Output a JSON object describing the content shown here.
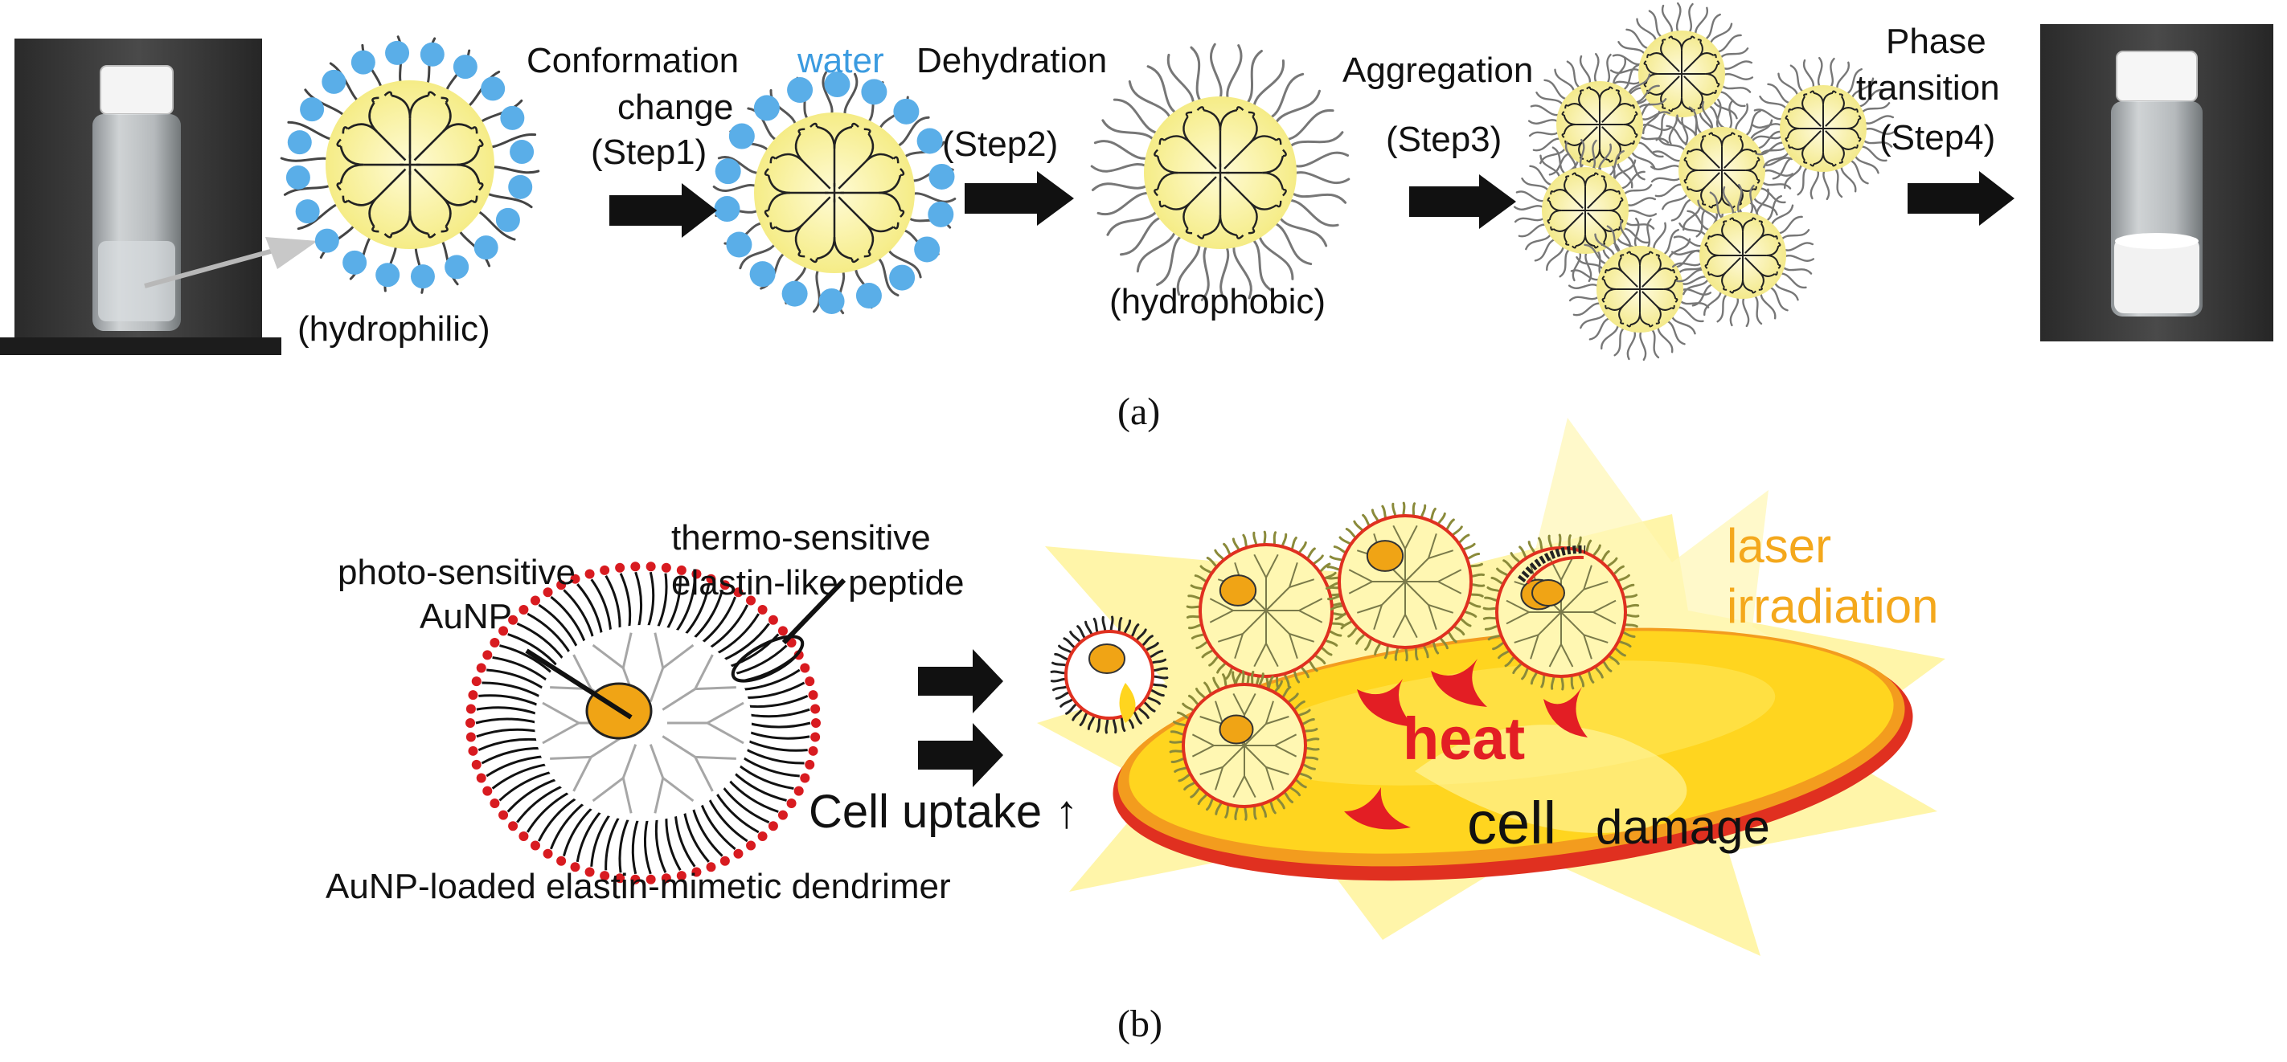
{
  "panel_a": {
    "step1_line1": "Conformation",
    "step1_line2": "change",
    "step1_line3": "(Step1)",
    "water": "water",
    "step2_line1": "Dehydration",
    "step2_line2": "(Step2)",
    "step3_line1": "Aggregation",
    "step3_line2": "(Step3)",
    "step4_line1": "Phase",
    "step4_line2": "transition",
    "step4_line3": "(Step4)",
    "hydrophilic": "(hydrophilic)",
    "hydrophobic": "(hydrophobic)",
    "caption": "(a)"
  },
  "panel_b": {
    "photo_line1": "photo-sensitive",
    "photo_line2": "AuNP",
    "thermo_line1": "thermo-sensitive",
    "thermo_line2": "elastin-like peptide",
    "dendrimer": "AuNP-loaded elastin-mimetic dendrimer",
    "uptake": "Cell uptake ↑",
    "laser_line1": "laser",
    "laser_line2": "irradiation",
    "heat": "heat",
    "cell": "cell",
    "damage": "damage",
    "caption": "(b)"
  },
  "colors": {
    "core_yellow": "#fbf5b0",
    "water_blue": "#5aaee8",
    "gold": "#f0a415",
    "red": "#e02020",
    "laser_orange": "#f4a81c",
    "cell_yellow": "#ffd21a"
  }
}
